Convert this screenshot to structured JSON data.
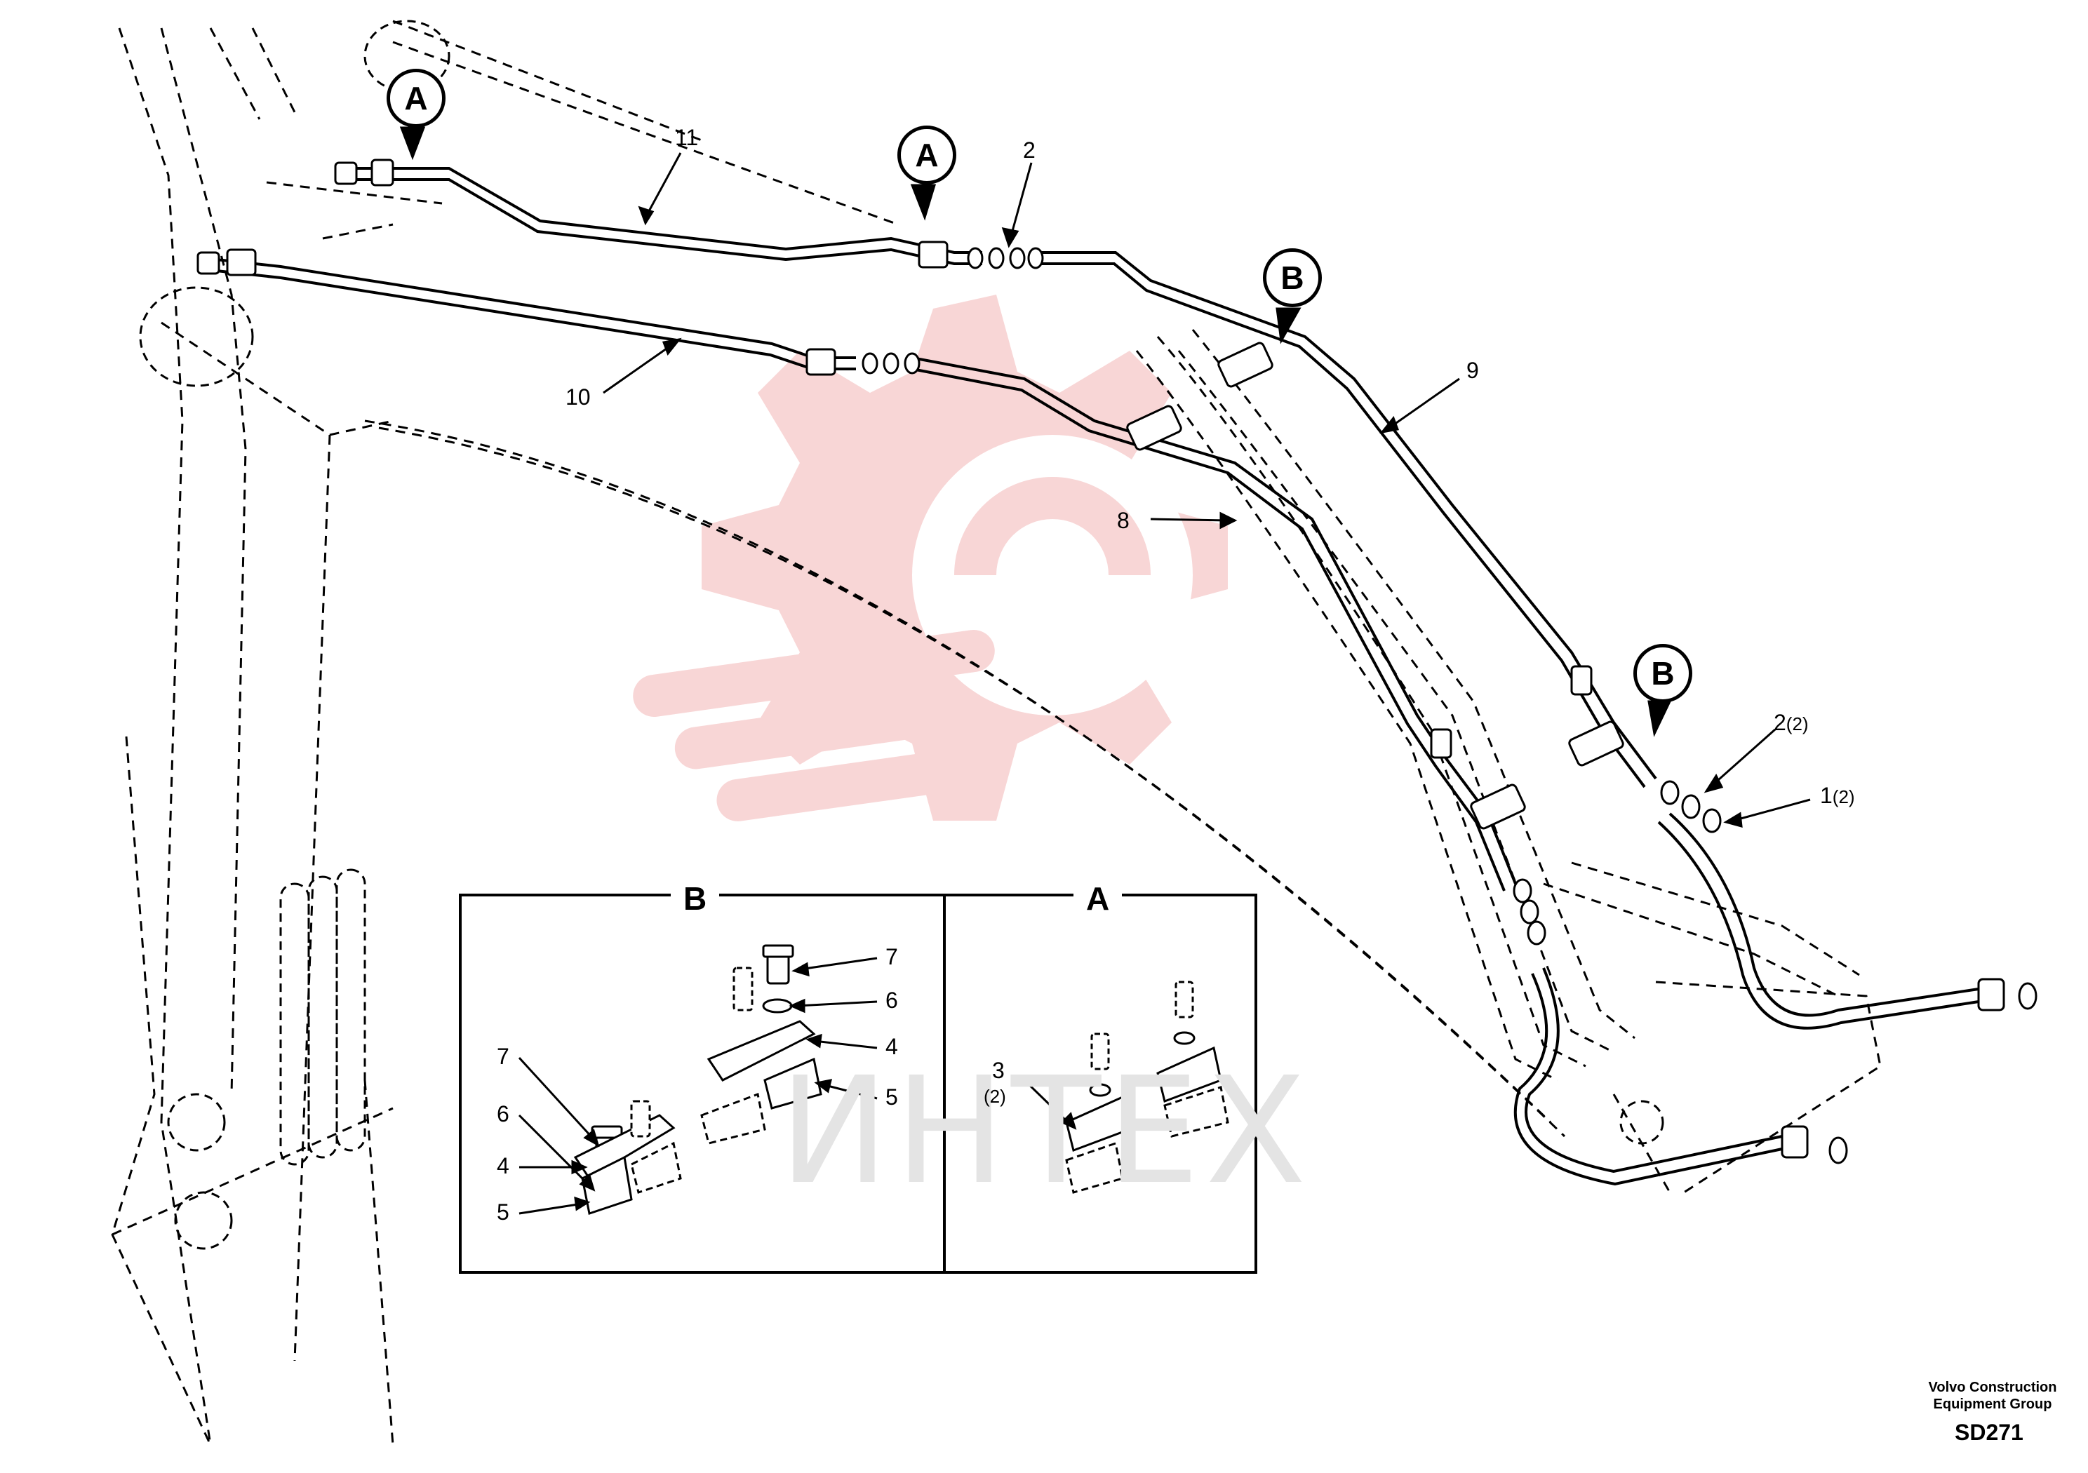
{
  "diagram": {
    "callouts": {
      "a_top_left": "A",
      "a_top_mid": "A",
      "b_mid": "B",
      "b_right": "B"
    },
    "labels": {
      "p11": "11",
      "p2_top": "2",
      "p10": "10",
      "p9": "9",
      "p8": "8",
      "p2_right": "2",
      "p2_right_qty": "(2)",
      "p1_right": "1",
      "p1_right_qty": "(2)",
      "d_b_p7a": "7",
      "d_b_p6a": "6",
      "d_b_p4a": "4",
      "d_b_p5a": "5",
      "d_b_p7b": "7",
      "d_b_p6b": "6",
      "d_b_p4b": "4",
      "d_b_p5b": "5",
      "d_a_p3": "3",
      "d_a_p3_qty": "(2)"
    },
    "detail_panels": {
      "b_title": "B",
      "a_title": "A"
    },
    "watermark": {
      "text": "ИНТЕХ",
      "color": "#f5c4c4"
    },
    "credit": {
      "line1": "Volvo Construction",
      "line2": "Equipment Group",
      "code": "SD271"
    }
  }
}
